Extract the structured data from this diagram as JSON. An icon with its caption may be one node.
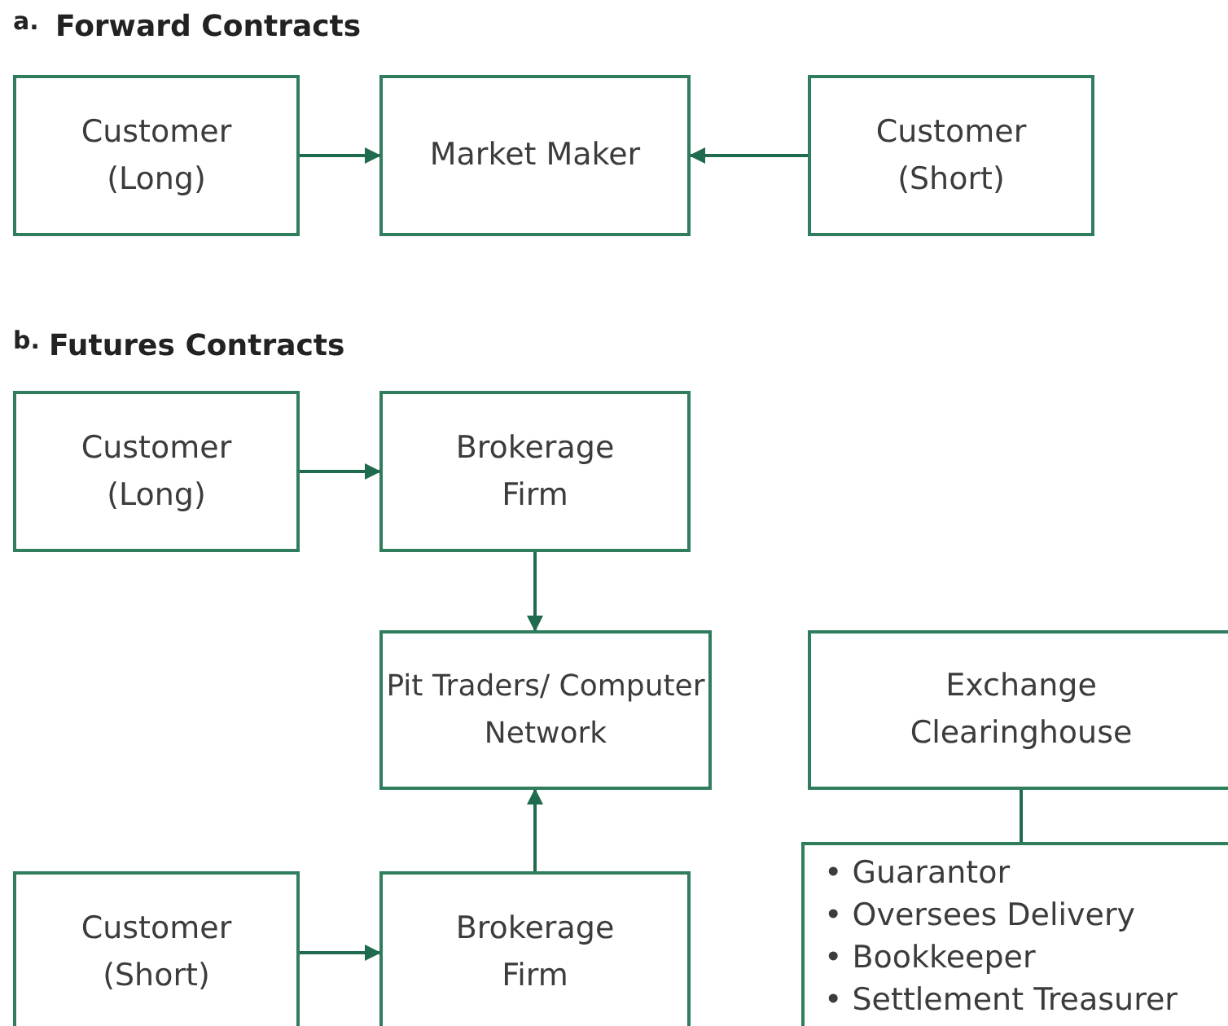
{
  "diagram": {
    "nodes": [
      {
        "text": [
          "Customer (Long)"
        ]
      },
      {
        "text": [
          "Market Maker"
        ]
      },
      {
        "text": [
          "Customer (Short)"
        ]
      },
      {
        "text": [
          "Customer (Long)"
        ]
      },
      {
        "text": [
          "Brokerage Firm"
        ]
      },
      {
        "text": [
          "Pit Traders/ Computer Network"
        ]
      },
      {
        "text": [
          "Exchange Clearinghouse"
        ]
      },
      {
        "text": [
          "• Guarantor",
          "• Oversees Delivery",
          "• Bookkeeper",
          "• Settlement Treasurer"
        ]
      },
      {
        "text": [
          "Customer (Short)"
        ]
      },
      {
        "text": [
          "Brokerage Firm"
        ]
      }
    ],
    "edges": [
      {
        "from": 0,
        "to": 1,
        "arrow": "to"
      },
      {
        "from": 2,
        "to": 1,
        "arrow": "to"
      },
      {
        "from": 3,
        "to": 4,
        "arrow": "to"
      },
      {
        "from": 4,
        "to": 5,
        "arrow": "to"
      },
      {
        "from": 9,
        "to": 5,
        "arrow": "to"
      },
      {
        "from": 8,
        "to": 9,
        "arrow": "to"
      },
      {
        "from": 6,
        "to": 7,
        "arrow": "none"
      }
    ],
    "labels": [
      "a.",
      "Forward Contracts",
      "b.",
      "Futures Contracts"
    ]
  }
}
